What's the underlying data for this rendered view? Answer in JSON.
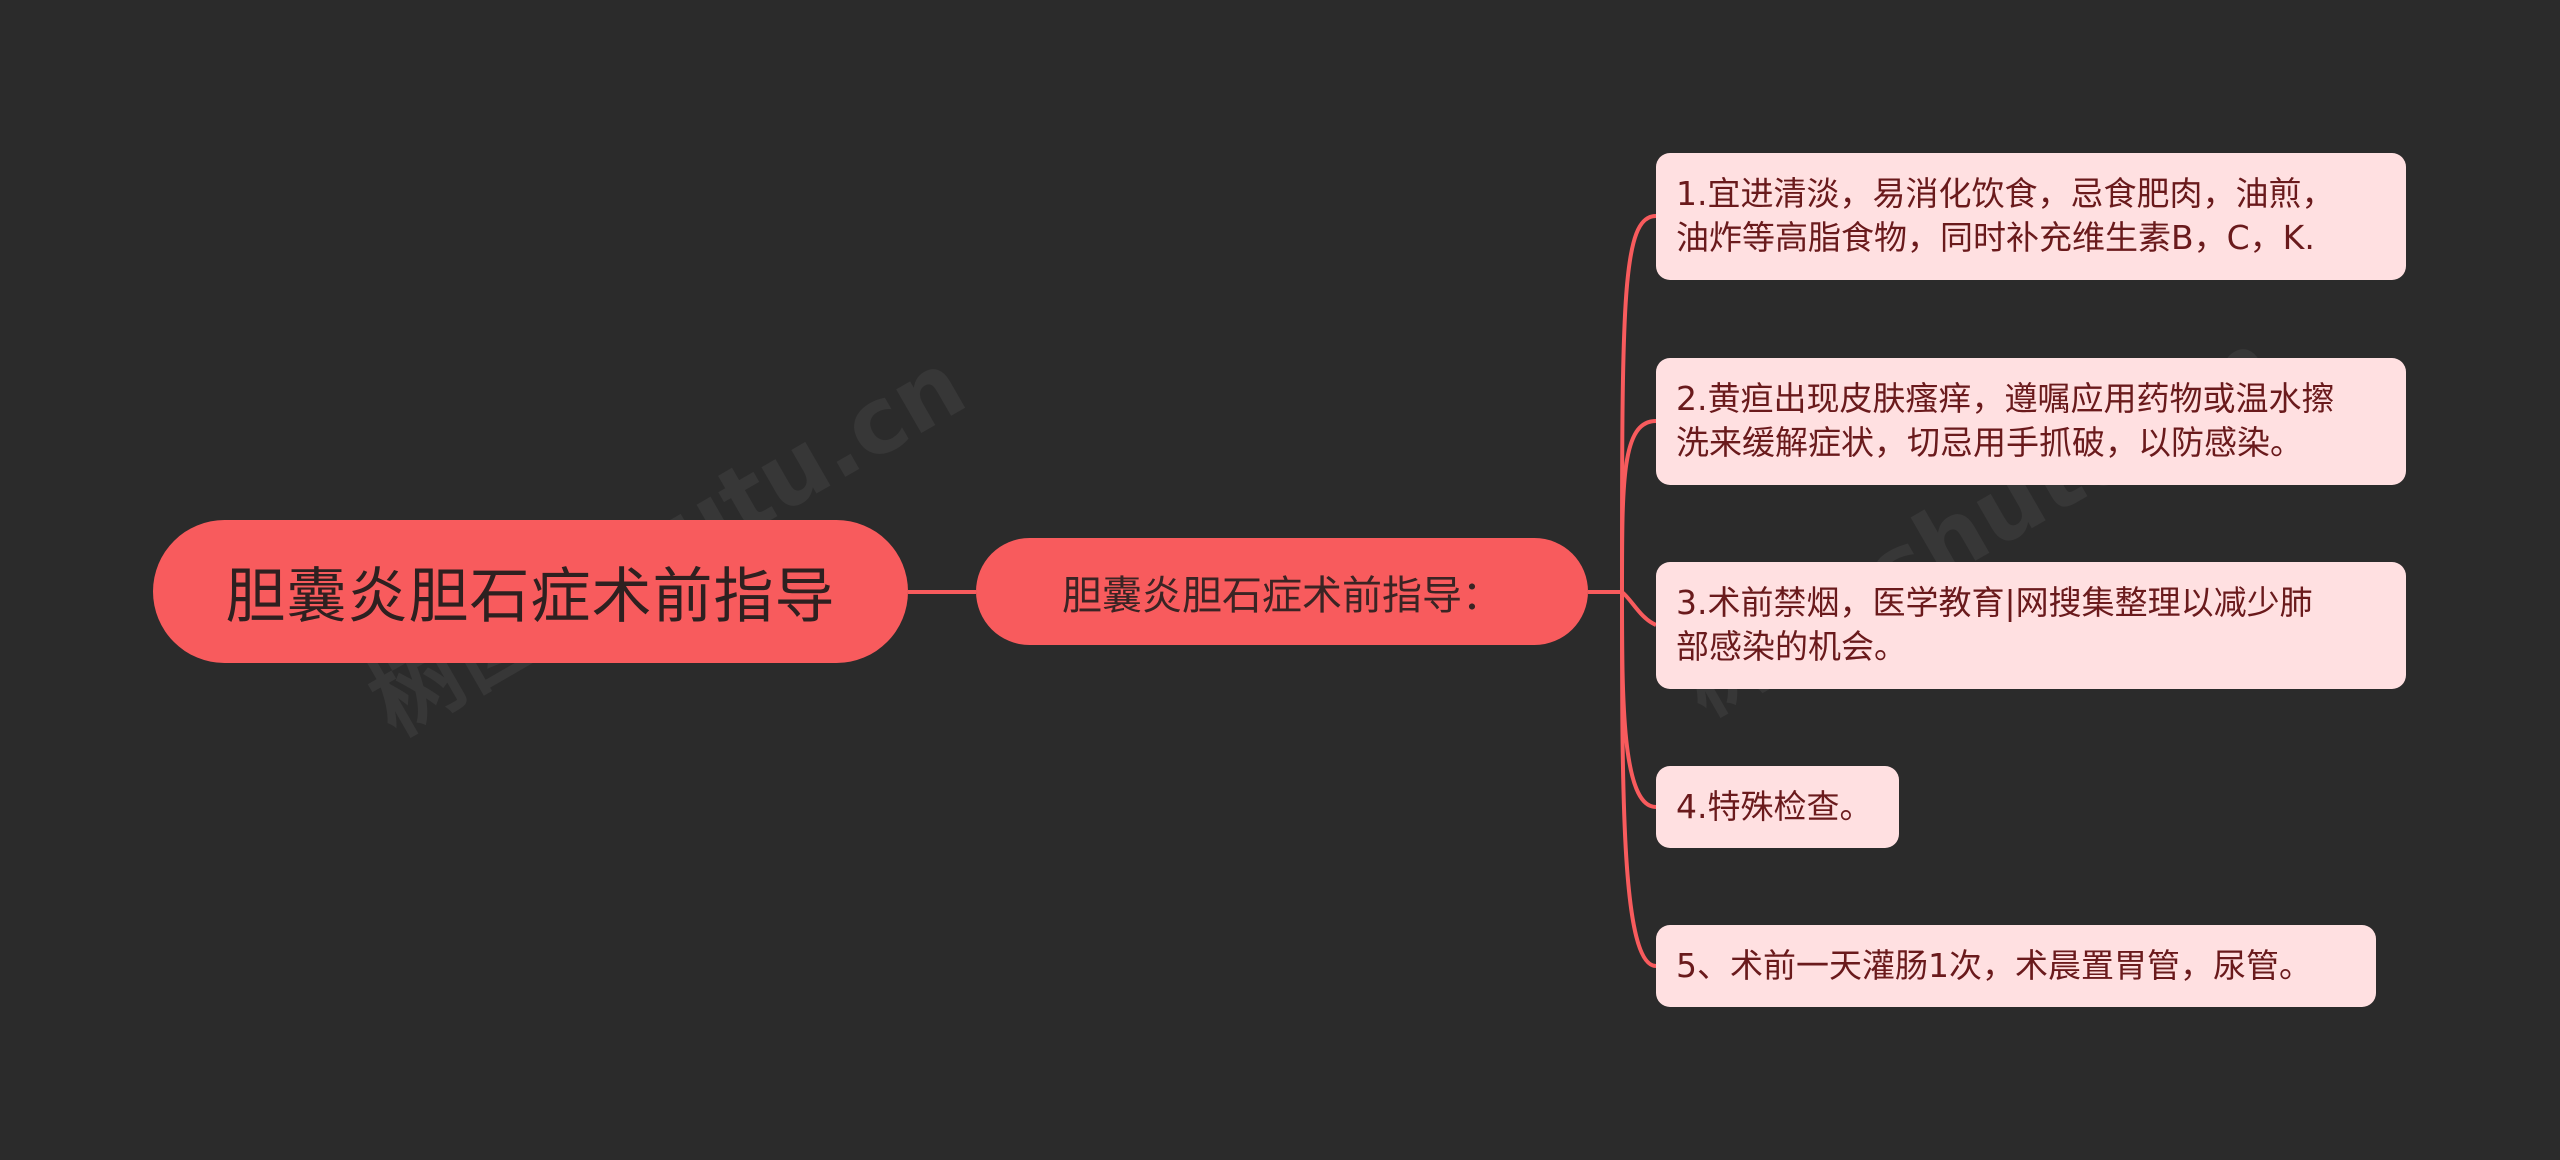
{
  "root": {
    "label": "胆囊炎胆石症术前指导"
  },
  "branch": {
    "label": "胆囊炎胆石症术前指导："
  },
  "leaves": [
    {
      "text": "1.宜进清淡，易消化饮食，忌食肥肉，油煎，\n油炸等高脂食物，同时补充维生素B，C，K."
    },
    {
      "text": "2.黄疸出现皮肤瘙痒，遵嘱应用药物或温水擦\n洗来缓解症状，切忌用手抓破，以防感染。"
    },
    {
      "text": "3.术前禁烟，医学教育|网搜集整理以减少肺\n部感染的机会。"
    },
    {
      "text": "4.特殊检查。"
    },
    {
      "text": "5、术前一天灌肠1次，术晨置胃管，尿管。"
    }
  ],
  "watermarks": [
    "树图 shutu.cn",
    "树图 shutu.cn"
  ],
  "colors": {
    "background": "#2b2b2b",
    "node_fill": "#f85b5d",
    "leaf_fill": "#ffe0e1",
    "connector": "#f85b5d",
    "leaf_text": "#6a1a1c"
  }
}
